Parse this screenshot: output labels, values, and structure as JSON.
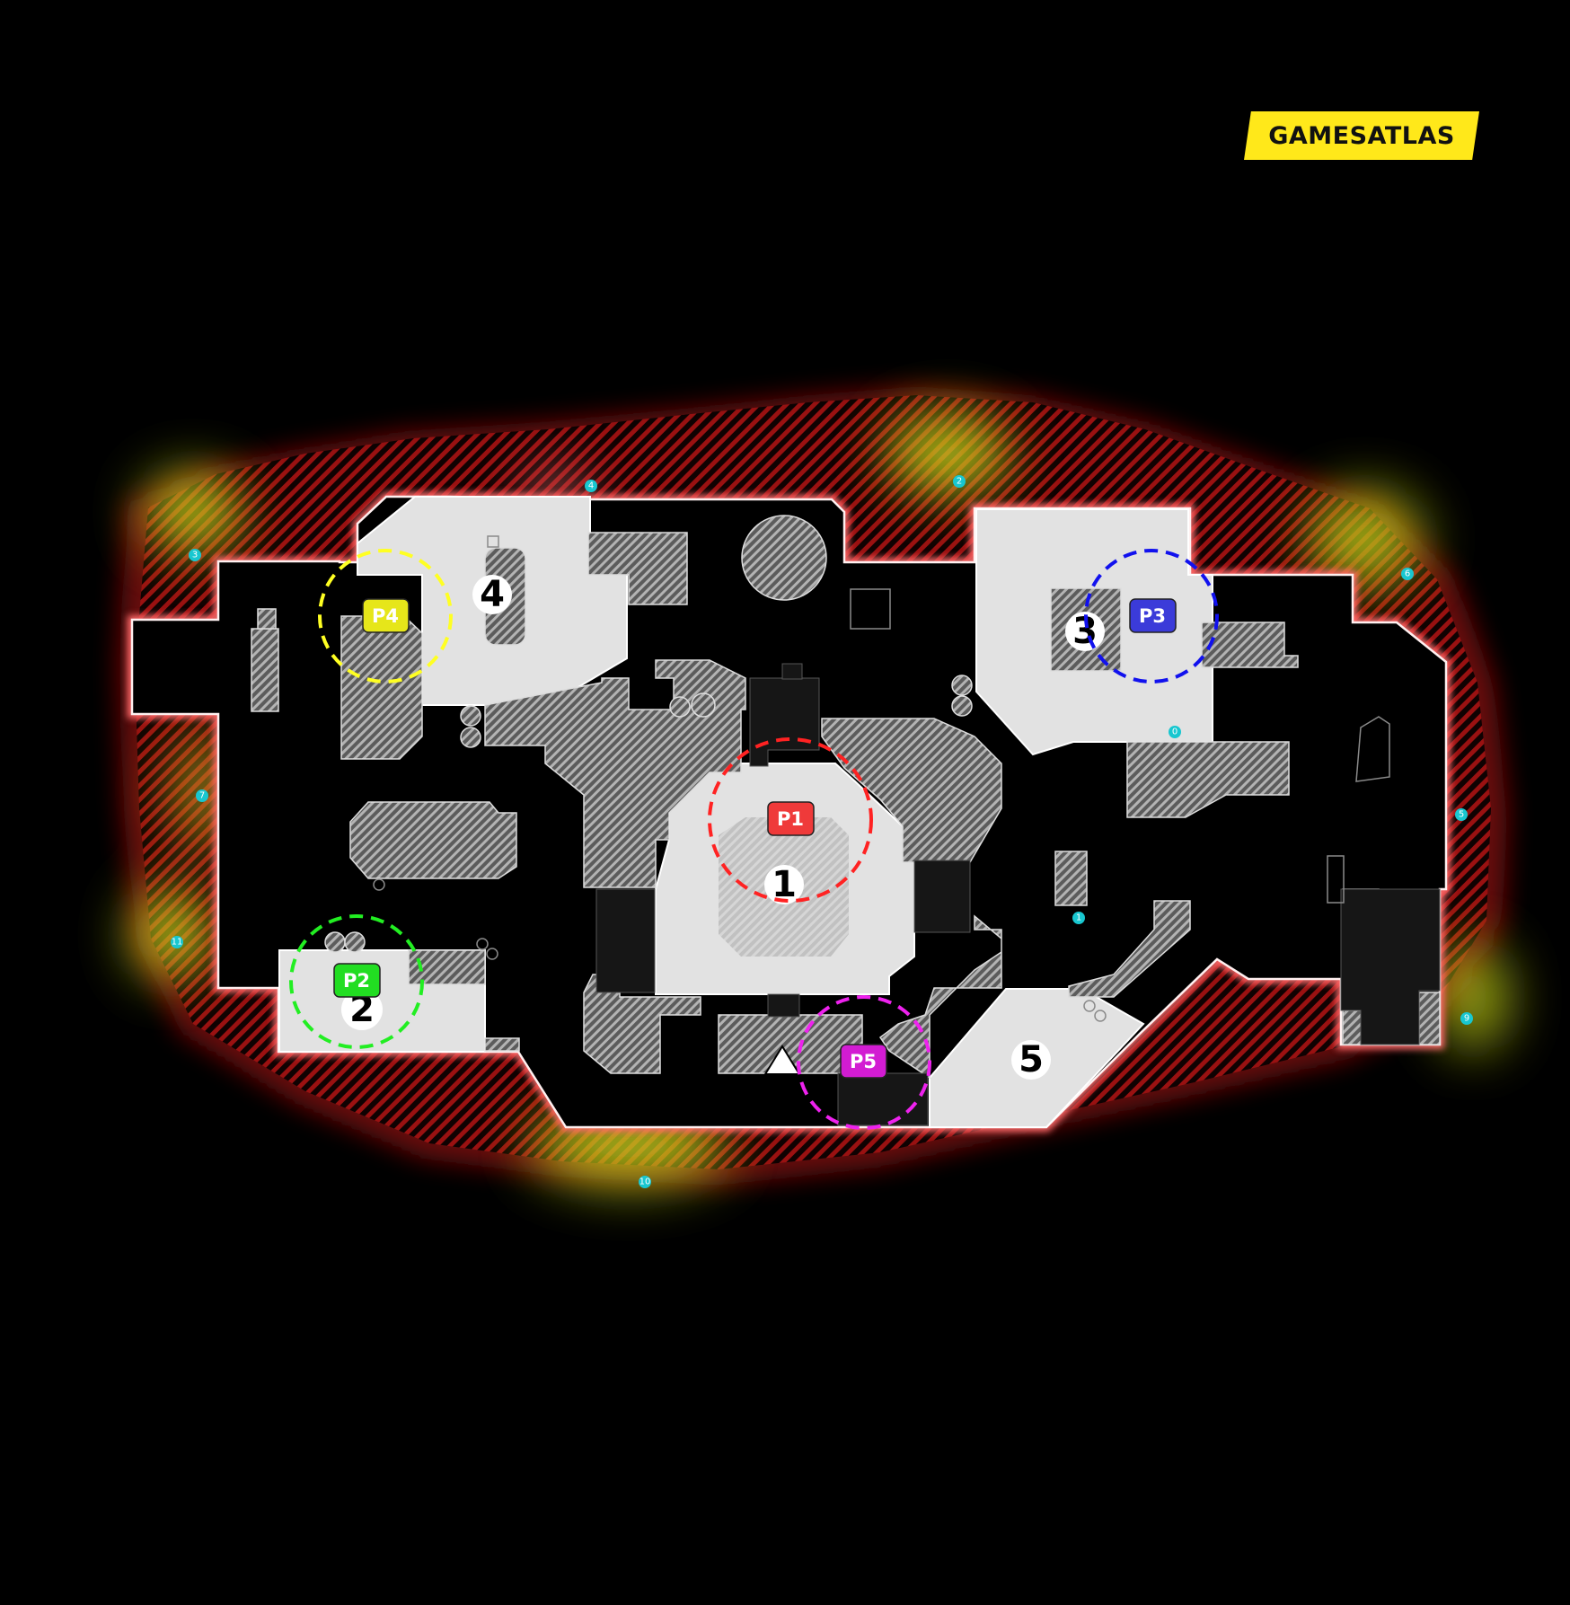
{
  "brand": {
    "logo_text": "GAMESATLAS",
    "logo_bg": "#ffe81a"
  },
  "colors": {
    "background": "#000000",
    "floor": "#e2e2e2",
    "obstacle": "#8d8d8d",
    "outline": "#ff5a5a",
    "hazard_stripe": "#b11515",
    "hotspot": "#c9d41a",
    "waypoint": "#18c7d0"
  },
  "zones": [
    {
      "label": "1"
    },
    {
      "label": "2"
    },
    {
      "label": "3"
    },
    {
      "label": "4"
    },
    {
      "label": "5"
    }
  ],
  "spawn_marker": {
    "icon": "triangle-marker-icon"
  },
  "player_markers": [
    {
      "id": "p1",
      "label": "P1",
      "color": "#ef3a3a"
    },
    {
      "id": "p2",
      "label": "P2",
      "color": "#22dd22"
    },
    {
      "id": "p3",
      "label": "P3",
      "color": "#3b3bd9"
    },
    {
      "id": "p4",
      "label": "P4",
      "color": "#e6e61a"
    },
    {
      "id": "p5",
      "label": "P5",
      "color": "#d21cd2"
    }
  ],
  "waypoints": [
    {
      "label": "0"
    },
    {
      "label": "1"
    },
    {
      "label": "2"
    },
    {
      "label": "3"
    },
    {
      "label": "4"
    },
    {
      "label": "5"
    },
    {
      "label": "6"
    },
    {
      "label": "7"
    },
    {
      "label": "9"
    },
    {
      "label": "10"
    },
    {
      "label": "11"
    }
  ]
}
